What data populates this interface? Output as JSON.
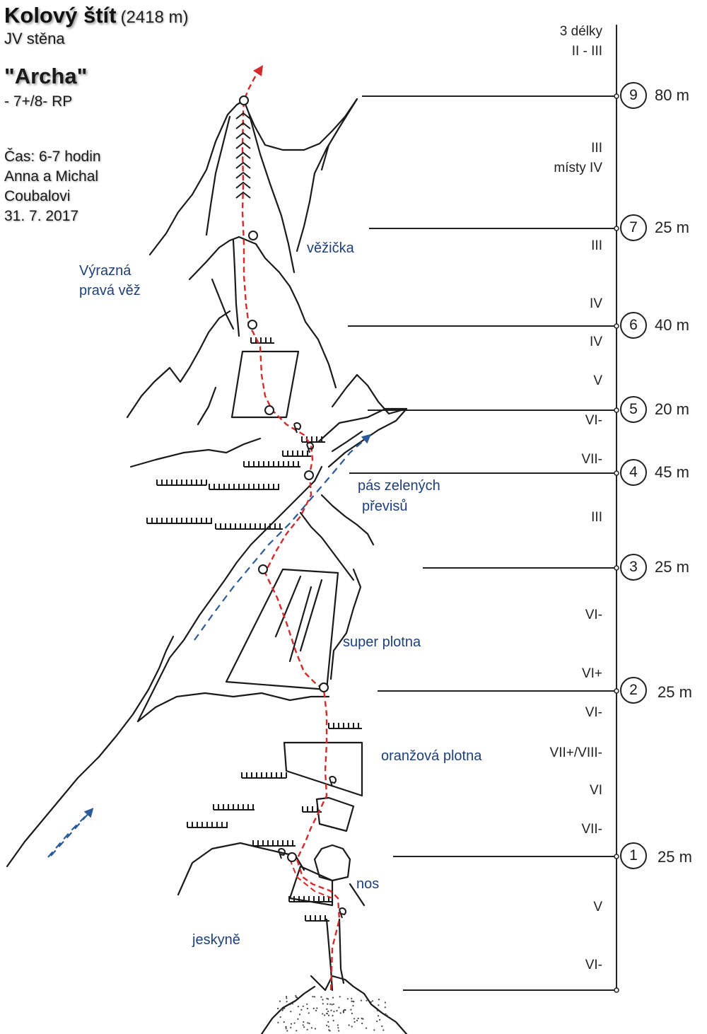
{
  "header": {
    "title": "Kolový štít",
    "elevation": "(2418 m)",
    "face": "JV stěna",
    "route_name": "\"Archa\"",
    "route_grade": "- 7+/8- RP",
    "time": "Čas: 6-7 hodin",
    "authors_line1": "Anna a Michal",
    "authors_line2": "Coubalovi",
    "date": "31. 7. 2017"
  },
  "features": {
    "right_tower": [
      "Výrazná",
      "pravá věž"
    ],
    "turret": "věžička",
    "green_overhangs": [
      "pás zelených",
      "převisů"
    ],
    "super_slab": "super plotna",
    "orange_slab": "oranžová plotna",
    "nose": "nos",
    "cave": "jeskyně"
  },
  "top_note": [
    "3 délky",
    "II - III"
  ],
  "grades": {
    "g_iii_a": "III",
    "g_mistyIV": "místy IV",
    "g_iii_b": "III",
    "g_iv_a": "IV",
    "g_iv_b": "IV",
    "g_v_a": "V",
    "g_vi_minus_a": "VI-",
    "g_vii_minus_a": "VII-",
    "g_iii_c": "III",
    "g_vi_minus_b": "VI-",
    "g_vi_plus": "VI+",
    "g_vi_minus_c": "VI-",
    "g_vii_plus_viii": "VII+/VIII-",
    "g_vi": "VI",
    "g_vii_minus_b": "VII-",
    "g_v_b": "V",
    "g_vi_minus_d": "VI-"
  },
  "anchors": [
    {
      "number": "9",
      "distance": "80 m"
    },
    {
      "number": "7",
      "distance": "25 m"
    },
    {
      "number": "6",
      "distance": "40 m"
    },
    {
      "number": "5",
      "distance": "20 m"
    },
    {
      "number": "4",
      "distance": "45 m"
    },
    {
      "number": "3",
      "distance": "25 m"
    },
    {
      "number": "2",
      "distance": "25 m"
    },
    {
      "number": "1",
      "distance": "25 m"
    }
  ],
  "colors": {
    "route": "#d42a2a",
    "gully_arrow": "#2a5a9a",
    "labels": "#1d3f7a",
    "rock_lines": "#1a1a1a"
  },
  "icons": {
    "piton": "P-shaped piton mark",
    "belay": "small open circle",
    "overhang": "comb hatching"
  }
}
